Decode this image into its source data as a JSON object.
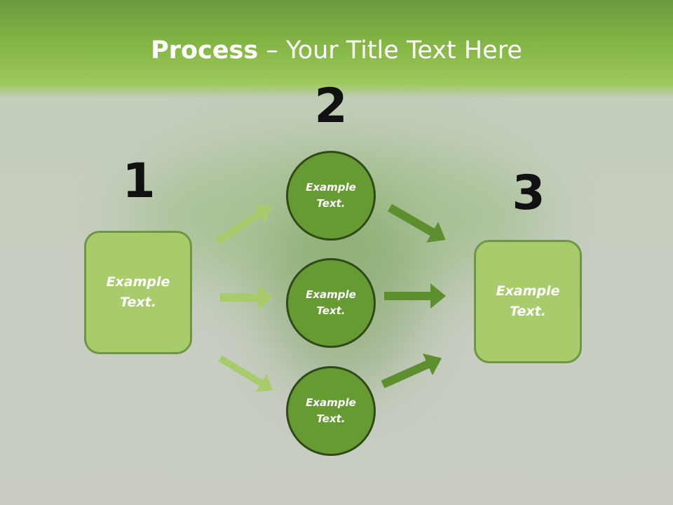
{
  "title": {
    "bold": "Process",
    "rest": " – Your Title Text Here"
  },
  "steps": [
    {
      "number": "1",
      "text_line1": "Example",
      "text_line2": "Text."
    },
    {
      "number": "2",
      "text_line1": "Example",
      "text_line2": "Text."
    },
    {
      "number": "3",
      "text_line1": "Example",
      "text_line2": "Text."
    }
  ],
  "circles": [
    {
      "text_line1": "Example",
      "text_line2": "Text."
    },
    {
      "text_line1": "Example",
      "text_line2": "Text."
    },
    {
      "text_line1": "Example",
      "text_line2": "Text."
    }
  ],
  "colors": {
    "header": "#84b545",
    "box_fill": "#a8cc6c",
    "circle_fill": "#669a32",
    "arrow_light": "#a8cc6c",
    "arrow_dark": "#5e8f2e"
  }
}
